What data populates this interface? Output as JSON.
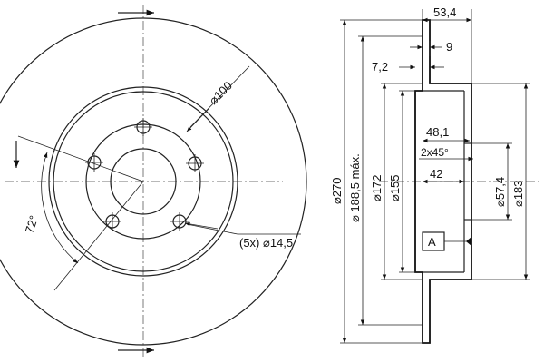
{
  "front_view": {
    "pcd_label": "⌀100",
    "angle_label": "72°",
    "holes_label": "(5x) ⌀14,5"
  },
  "side_view": {
    "total_width": "53,4",
    "hat_thickness": "9",
    "disc_thickness": "7,2",
    "outer_diameter": "⌀270",
    "friction_max": "⌀ 188,5 máx.",
    "d172": "⌀172",
    "d155": "⌀155",
    "hat_depth": "48,1",
    "chamfer": "2x45°",
    "inner_depth": "42",
    "center_bore": "⌀57,4",
    "hub_diameter": "⌀183",
    "datum": "A"
  }
}
